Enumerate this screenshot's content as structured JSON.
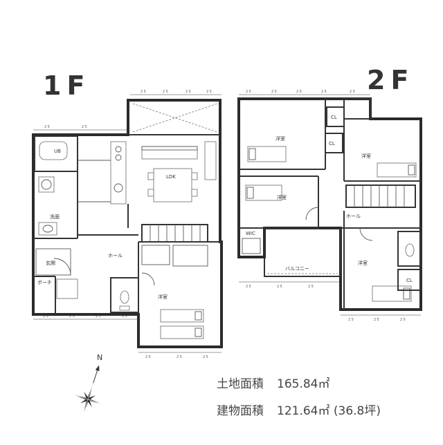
{
  "floors": {
    "first": {
      "title": "1F",
      "rooms": {
        "bath": "UB",
        "washroom": "洗面",
        "ldk": "LDK",
        "entrance": "玄関",
        "porch": "ポーチ",
        "hall": "ホール",
        "bedroom": "洋室"
      }
    },
    "second": {
      "title": "2F",
      "rooms": {
        "bedroom_1": "洋室",
        "bedroom_2": "洋室",
        "bedroom_3": "洋室",
        "bedroom_4": "洋室",
        "wic": "WIC",
        "closet_1": "CL",
        "closet_2": "CL",
        "closet_3": "CL",
        "hall": "ホール",
        "balcony": "バルコニー"
      }
    }
  },
  "dimension_label": "25",
  "compass": {
    "north": "N"
  },
  "areas": {
    "land": {
      "label": "土地面積",
      "value": "165.84㎡"
    },
    "building": {
      "label": "建物面積",
      "value": "121.64㎡ (36.8坪)"
    }
  },
  "colors": {
    "wall": "#2b2b2b",
    "text": "#444444",
    "line": "#666666",
    "background": "#ffffff"
  }
}
